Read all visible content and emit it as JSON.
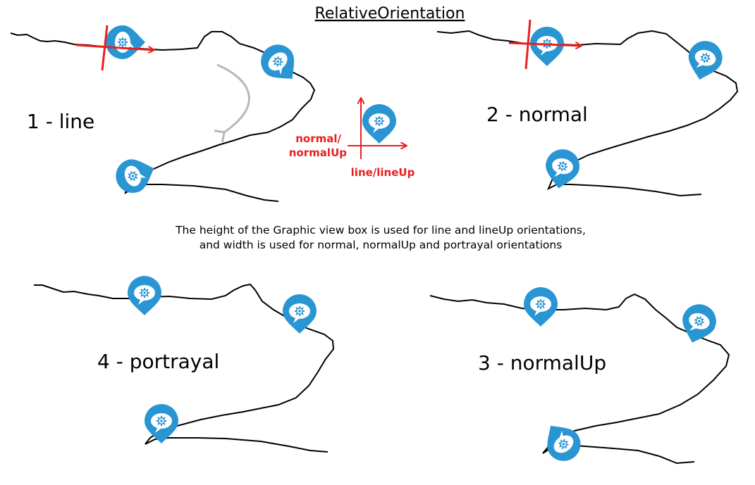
{
  "title": "RelativeOrientation",
  "panels": {
    "line": "1 - line",
    "normal": "2 - normal",
    "portrayal": "4 - portrayal",
    "normal_up": "3 - normalUp"
  },
  "legend": {
    "vertical_axis_line1": "normal/",
    "vertical_axis_line2": "normalUp",
    "horizontal_axis": "line/lineUp"
  },
  "caption": {
    "line1": "The height of the Graphic view box is used for line and lineUp orientations,",
    "line2": "and width is used for normal, normalUp and portrayal orientations"
  },
  "colors": {
    "marker": "#2a95d3",
    "axis": "#e8201f",
    "stroke": "#000000",
    "arrow_hint": "#b8b8b8"
  },
  "icons": {
    "marker": "map-pin-with-gear-icon"
  }
}
